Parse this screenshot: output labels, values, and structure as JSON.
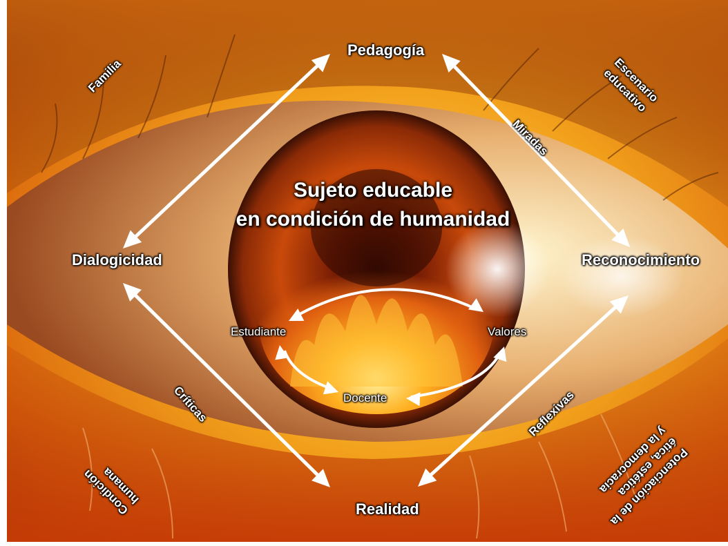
{
  "title": {
    "line1": "Sujeto educable",
    "line2": "en condición de humanidad"
  },
  "nodes": {
    "top": "Pedagogía",
    "left": "Dialogicidad",
    "right": "Reconocimiento",
    "bottom": "Realidad"
  },
  "inner_cycle": {
    "left": "Estudiante",
    "right": "Valores",
    "bottom": "Docente"
  },
  "edge_labels": {
    "top_right": "Miradas",
    "bottom_left": "Críticas",
    "bottom_right": "Reflexivas"
  },
  "corner_labels": {
    "top_left": "Familia",
    "top_right_line1": "Escenario",
    "top_right_line2": "educativo",
    "bottom_left_line1": "Condición",
    "bottom_left_line2": "humana",
    "bottom_right_line1": "Potenciación de la",
    "bottom_right_line2": "ética, estética",
    "bottom_right_line3": "y la democracia"
  },
  "colors": {
    "background_outer": "#e8890f",
    "iris": "#b8400a",
    "pupil": "#2a0802",
    "flame": "#ffb020",
    "arrow": "#ffffff"
  }
}
